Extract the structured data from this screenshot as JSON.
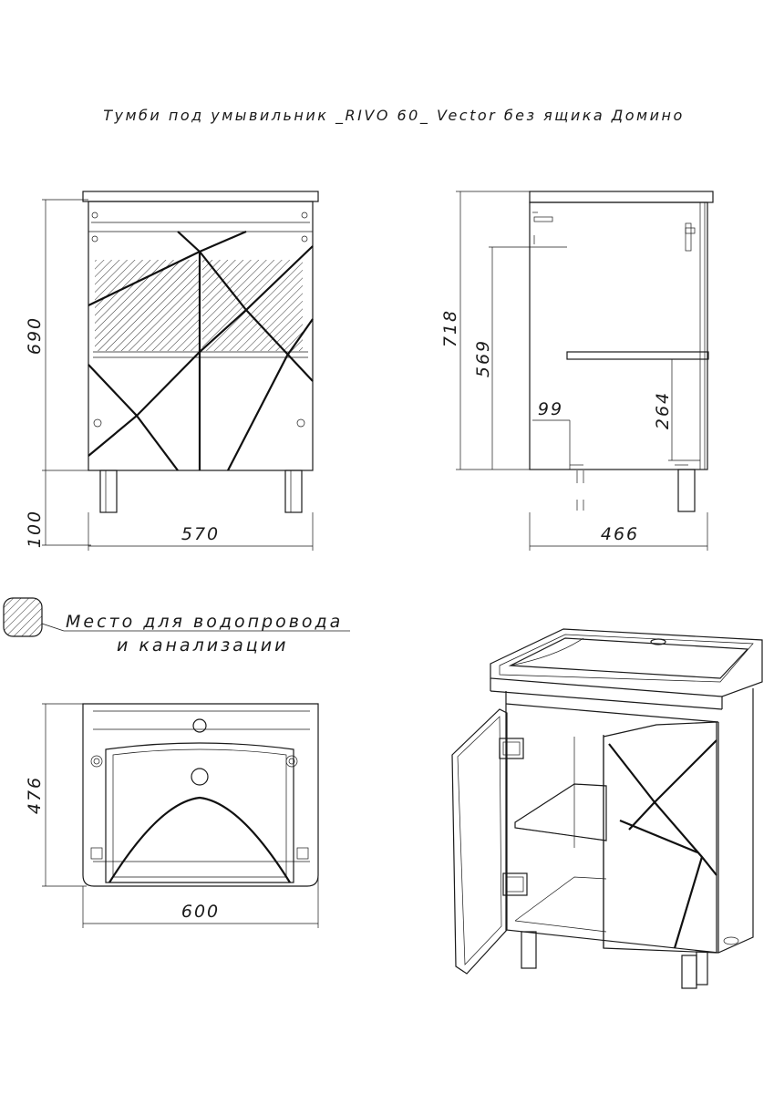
{
  "title": "Тумби под умывильник _RIVO 60_ Vector без ящика Домино",
  "front": {
    "width": "570",
    "height": "690",
    "legs": "100"
  },
  "side": {
    "depth": "466",
    "total_height": "718",
    "inner_height": "569",
    "shelf_height": "264",
    "offset": "99"
  },
  "top": {
    "width": "600",
    "depth": "476"
  },
  "legend": {
    "line1": "Место для водопровода",
    "line2": "и канализации"
  },
  "colors": {
    "line": "#1a1a1a",
    "background": "#ffffff"
  }
}
